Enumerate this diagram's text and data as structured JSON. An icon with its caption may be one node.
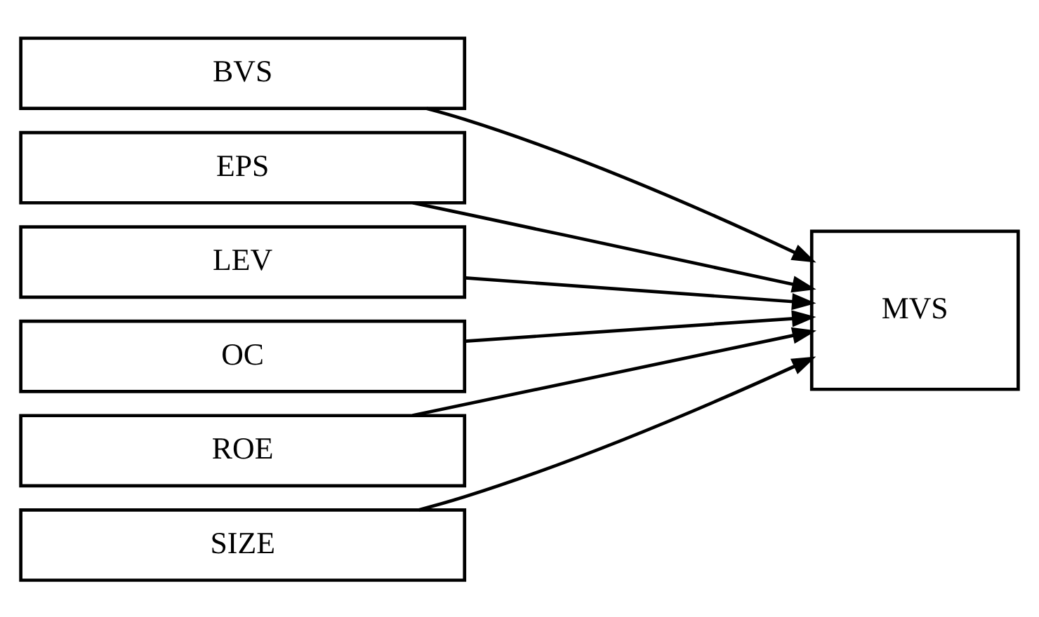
{
  "diagram": {
    "nodes": [
      {
        "text": [
          "BVS"
        ]
      },
      {
        "text": [
          "EPS"
        ]
      },
      {
        "text": [
          "LEV"
        ]
      },
      {
        "text": [
          "OC"
        ]
      },
      {
        "text": [
          "ROE"
        ]
      },
      {
        "text": [
          "SIZE"
        ]
      },
      {
        "text": [
          "MVS"
        ]
      }
    ],
    "edges": [
      {
        "from": 0,
        "to": 6,
        "arrow": "to"
      },
      {
        "from": 1,
        "to": 6,
        "arrow": "to"
      },
      {
        "from": 2,
        "to": 6,
        "arrow": "to"
      },
      {
        "from": 3,
        "to": 6,
        "arrow": "to"
      },
      {
        "from": 4,
        "to": 6,
        "arrow": "to"
      },
      {
        "from": 5,
        "to": 6,
        "arrow": "to"
      }
    ]
  }
}
